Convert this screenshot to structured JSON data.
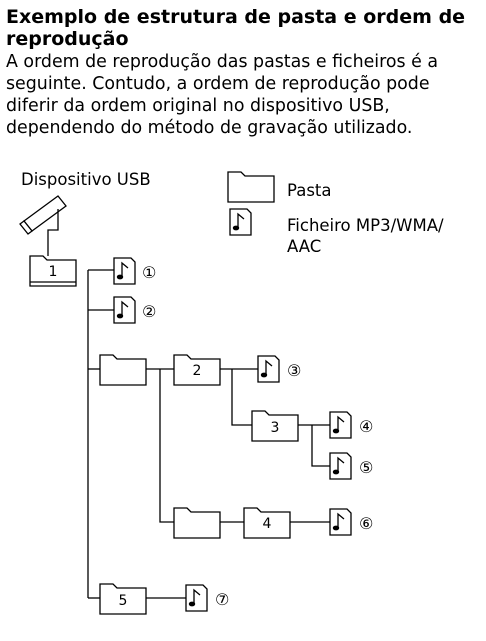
{
  "heading": "Exemplo de estrutura de pasta e ordem de reprodução",
  "paragraph": "A ordem de reprodução das pastas e ficheiros é a seguinte. Contudo, a ordem de reprodução pode diferir da ordem original no dispositivo USB, dependendo do método de gravação utilizado.",
  "diagram": {
    "device_label": "Dispositivo USB",
    "legend": {
      "folder_label": "Pasta",
      "file_label_line1": "Ficheiro MP3/WMA/",
      "file_label_line2": "AAC",
      "folder_icon": "folder-icon",
      "file_icon": "music-note-file-icon"
    },
    "folders": [
      "1",
      "2",
      "3",
      "4",
      "5"
    ],
    "play_order": [
      "①",
      "②",
      "③",
      "④",
      "⑤",
      "⑥",
      "⑦"
    ]
  }
}
